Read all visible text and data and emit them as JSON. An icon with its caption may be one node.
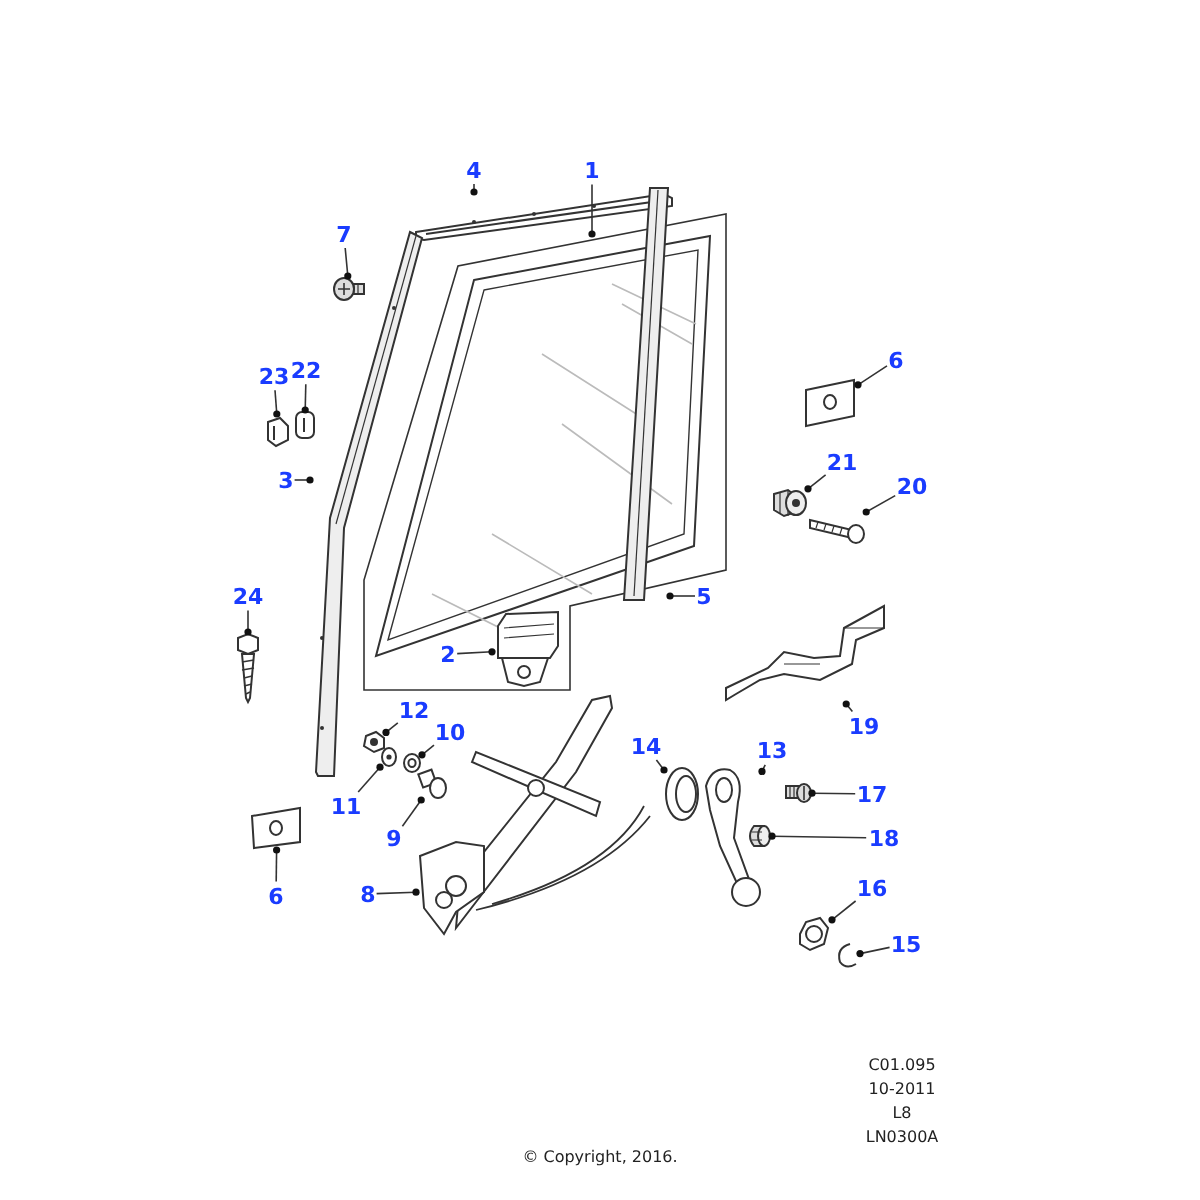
{
  "diagram": {
    "nodes": [
      {
        "text": [
          "4"
        ]
      },
      {
        "text": [
          "1"
        ]
      },
      {
        "text": [
          "7"
        ]
      },
      {
        "text": [
          "6"
        ]
      },
      {
        "text": [
          "23"
        ]
      },
      {
        "text": [
          "22"
        ]
      },
      {
        "text": [
          "21"
        ]
      },
      {
        "text": [
          "3"
        ]
      },
      {
        "text": [
          "20"
        ]
      },
      {
        "text": [
          "24"
        ]
      },
      {
        "text": [
          "5"
        ]
      },
      {
        "text": [
          "2"
        ]
      },
      {
        "text": [
          "12"
        ]
      },
      {
        "text": [
          "19"
        ]
      },
      {
        "text": [
          "10"
        ]
      },
      {
        "text": [
          "14"
        ]
      },
      {
        "text": [
          "13"
        ]
      },
      {
        "text": [
          "17"
        ]
      },
      {
        "text": [
          "11"
        ]
      },
      {
        "text": [
          "9"
        ]
      },
      {
        "text": [
          "18"
        ]
      },
      {
        "text": [
          "16"
        ]
      },
      {
        "text": [
          "8"
        ]
      },
      {
        "text": [
          "6"
        ]
      },
      {
        "text": [
          "15"
        ]
      },
      {
        "text": [],
        "shape": "picture"
      },
      {
        "text": [],
        "shape": "picture"
      },
      {
        "text": [],
        "shape": "picture"
      },
      {
        "text": [],
        "shape": "picture"
      },
      {
        "text": [],
        "shape": "picture"
      },
      {
        "text": [],
        "shape": "picture"
      },
      {
        "text": [],
        "shape": "picture"
      },
      {
        "text": [],
        "shape": "picture"
      },
      {
        "text": [],
        "shape": "picture"
      },
      {
        "text": [],
        "shape": "picture"
      },
      {
        "text": [],
        "shape": "picture"
      },
      {
        "text": [],
        "shape": "picture"
      },
      {
        "text": [],
        "shape": "picture"
      },
      {
        "text": [],
        "shape": "picture"
      },
      {
        "text": [],
        "shape": "picture"
      },
      {
        "text": [],
        "shape": "picture"
      },
      {
        "text": [],
        "shape": "picture"
      },
      {
        "text": [],
        "shape": "picture"
      },
      {
        "text": [],
        "shape": "picture"
      },
      {
        "text": [],
        "shape": "picture"
      },
      {
        "text": [],
        "shape": "picture"
      },
      {
        "text": [],
        "shape": "picture"
      },
      {
        "text": [],
        "shape": "picture"
      },
      {
        "text": [],
        "shape": "picture"
      },
      {
        "text": [],
        "shape": "picture"
      }
    ],
    "edges": [
      {
        "from": 0,
        "to": 25,
        "arrow": "other"
      },
      {
        "from": 1,
        "to": 26,
        "arrow": "other"
      },
      {
        "from": 2,
        "to": 27,
        "arrow": "other"
      },
      {
        "from": 3,
        "to": 28,
        "arrow": "other"
      },
      {
        "from": 4,
        "to": 29,
        "arrow": "other"
      },
      {
        "from": 5,
        "to": 30,
        "arrow": "other"
      },
      {
        "from": 6,
        "to": 31,
        "arrow": "other"
      },
      {
        "from": 7,
        "to": 32,
        "arrow": "other"
      },
      {
        "from": 8,
        "to": 33,
        "arrow": "other"
      },
      {
        "from": 9,
        "to": 34,
        "arrow": "other"
      },
      {
        "from": 10,
        "to": 35,
        "arrow": "other"
      },
      {
        "from": 11,
        "to": 36,
        "arrow": "other"
      },
      {
        "from": 12,
        "to": 37,
        "arrow": "other"
      },
      {
        "from": 13,
        "to": 38,
        "arrow": "other"
      },
      {
        "from": 14,
        "to": 39,
        "arrow": "other"
      },
      {
        "from": 15,
        "to": 40,
        "arrow": "other"
      },
      {
        "from": 16,
        "to": 41,
        "arrow": "other"
      },
      {
        "from": 17,
        "to": 42,
        "arrow": "other"
      },
      {
        "from": 18,
        "to": 43,
        "arrow": "other"
      },
      {
        "from": 19,
        "to": 44,
        "arrow": "other"
      },
      {
        "from": 20,
        "to": 45,
        "arrow": "other"
      },
      {
        "from": 21,
        "to": 46,
        "arrow": "other"
      },
      {
        "from": 22,
        "to": 47,
        "arrow": "other"
      },
      {
        "from": 23,
        "to": 48,
        "arrow": "other"
      },
      {
        "from": 24,
        "to": 49,
        "arrow": "other"
      }
    ],
    "labels": [
      "C01.095",
      "10-2011",
      "L8",
      "LN0300A",
      "© Copyright, 2016."
    ]
  }
}
